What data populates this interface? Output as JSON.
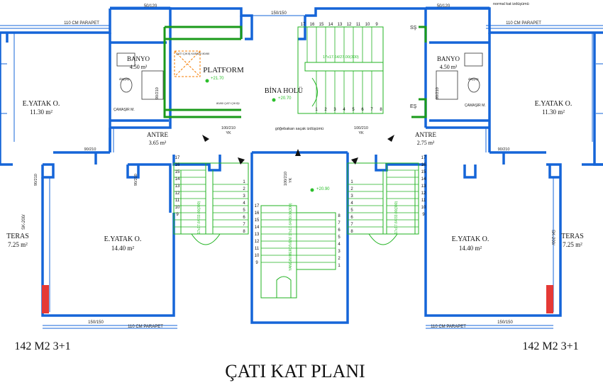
{
  "title": "ÇATI KAT PLANI",
  "unit_left_label": "142 M2 3+1",
  "unit_right_label": "142 M2 3+1",
  "rooms": {
    "banyo_left": {
      "name": "BANYO",
      "area": "4.50 m²"
    },
    "banyo_right": {
      "name": "BANYO",
      "area": "4.50 m²"
    },
    "yatak_top_left": {
      "name": "E.YATAK O.",
      "area": "11.30 m²"
    },
    "yatak_top_right": {
      "name": "E.YATAK O.",
      "area": "11.30 m²"
    },
    "yatak_bottom_left": {
      "name": "E.YATAK O.",
      "area": "14.40 m²"
    },
    "yatak_bottom_right": {
      "name": "E.YATAK O.",
      "area": "14.40 m²"
    },
    "antre_left": {
      "name": "ANTRE",
      "area": "3.65 m²"
    },
    "antre_right": {
      "name": "ANTRE",
      "area": "2.75 m²"
    },
    "teras_left": {
      "name": "TERAS",
      "area": "7.25 m²"
    },
    "teras_right": {
      "name": "TERAS",
      "area": "7.25 m²"
    },
    "platform": {
      "name": "PLATFORM"
    },
    "bina_holu": {
      "name": "BİNA HOLÜ"
    }
  },
  "annotations": {
    "parapet_top_left": "110 CM PARAPET",
    "parapet_top_right": "110 CM PARAPET",
    "parapet_bottom_left": "110 CM PARAPET",
    "parapet_bottom_right": "110 CM PARAPET",
    "dim_50_120_left": "50/120",
    "dim_50_120_right": "50/120",
    "dim_150_150_top": "150/150",
    "dim_150_150_bl": "150/150",
    "dim_150_150_br": "150/150",
    "normal_kat": "normal kat izdüşümü",
    "gogebakan": "göğebakan saçak izdüşümü",
    "door_90_210_a": "90/210",
    "door_90_210_b": "90/210",
    "door_90_210_c": "90/210",
    "door_90_210_d": "90/210",
    "door_90_210_e": "90/210",
    "door_90_210_f": "90/210",
    "door_100_210_l": "100/210",
    "door_100_210_r": "100/210",
    "door_100_210_c": "100/210",
    "yk_l": "YK",
    "yk_r": "YK",
    "yk_c": "YK",
    "sk_200_left": "SK-200/",
    "sk_200_right": "SK-200/",
    "camasir_left": "ÇAMAŞIR M.",
    "camasir_right": "ÇAMAŞIR M.",
    "dusakabin_left": "düşşep",
    "dusakabin_right": "düşşep",
    "ss": "SŞ",
    "es": "EŞ",
    "level_platform": "+21.70",
    "level_hol": "+20.70",
    "level_center": "+20.90",
    "stair_main": "17x17.64/27.00(300)",
    "stair_left": "17x17.64/33.00(300)",
    "stair_right": "17x17.64/33.00(300)",
    "stair_center": "YANGIN MERDİVENİ 17x17.64/30.00(300)",
    "cati_cikis": "ÇATI ÇIKIŞ KAPAĞI 80/80",
    "small_door": "80/80 ÇATI ÇIKIŞI"
  },
  "stair_numbers_main": [
    "17",
    "16",
    "15",
    "14",
    "13",
    "12",
    "11",
    "10",
    "9"
  ],
  "stair_numbers_main_bottom": [
    "1",
    "2",
    "3",
    "4",
    "5",
    "6",
    "7",
    "8"
  ],
  "stair_numbers_side": [
    "17",
    "16",
    "15",
    "14",
    "13",
    "12",
    "11",
    "10",
    "9"
  ],
  "stair_numbers_side_b": [
    "1",
    "2",
    "3",
    "4",
    "5",
    "6",
    "7",
    "8"
  ],
  "stair_numbers_center": [
    "17",
    "16",
    "15",
    "14",
    "13",
    "12",
    "11",
    "10",
    "9"
  ],
  "stair_numbers_center_r": [
    "8",
    "7",
    "6",
    "5",
    "4",
    "3",
    "2",
    "1"
  ]
}
